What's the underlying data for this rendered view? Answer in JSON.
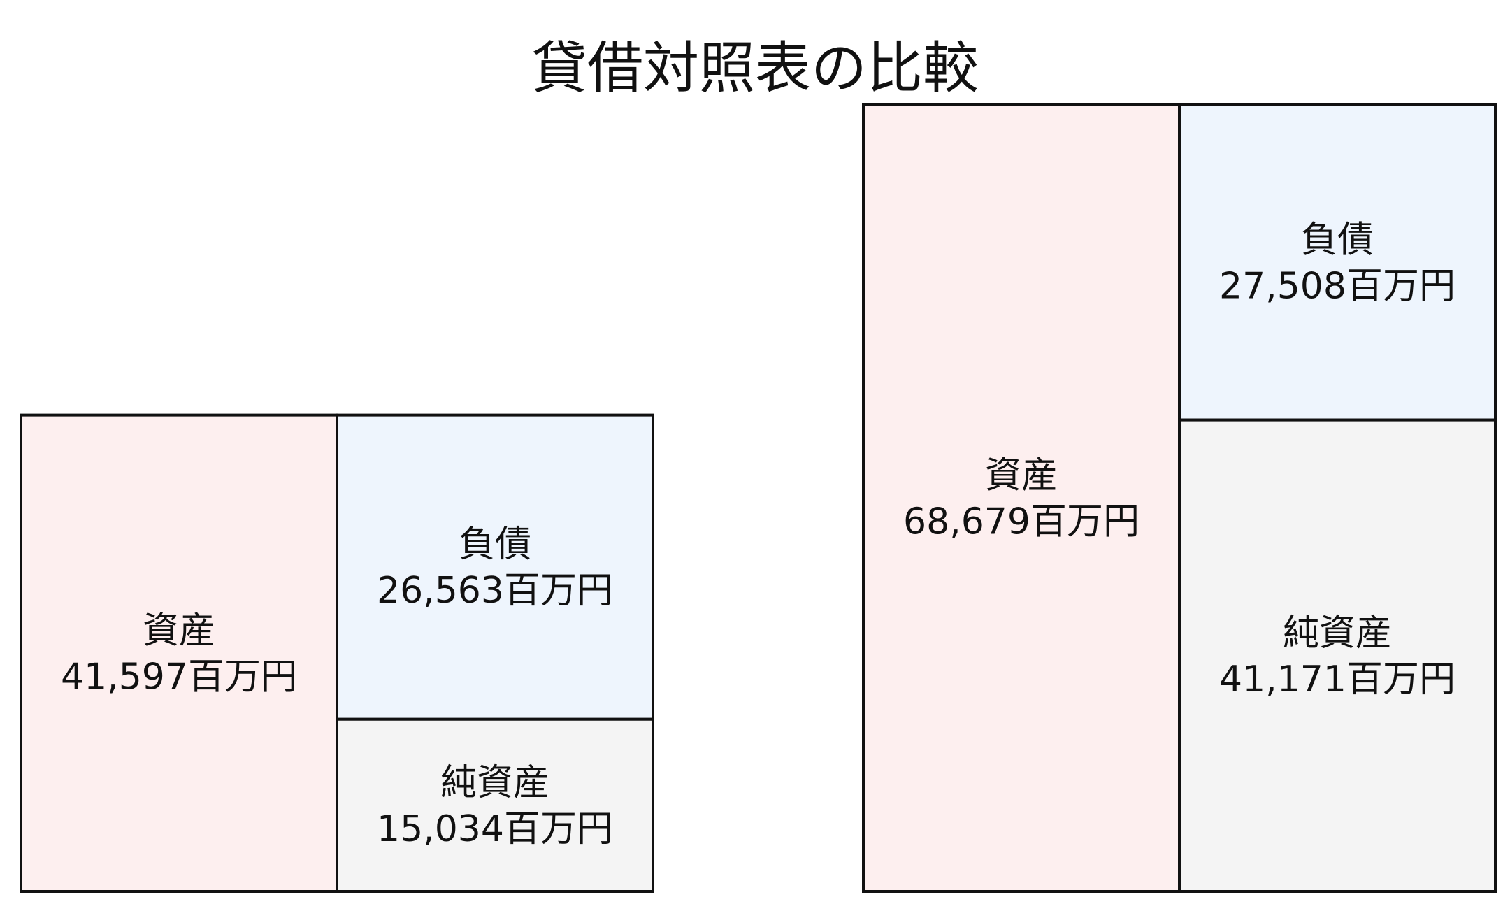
{
  "title": "貸借対照表の比較",
  "unit": "百万円",
  "colors": {
    "asset": "#fdefef",
    "liability": "#eef5fd",
    "net_assets": "#f4f4f4",
    "border": "#111111"
  },
  "chart_data": [
    {
      "type": "balance-sheet",
      "assets": {
        "label": "資産",
        "value": 41597,
        "text": "41,597百万円"
      },
      "liabilities": {
        "label": "負債",
        "value": 26563,
        "text": "26,563百万円"
      },
      "net_assets": {
        "label": "純資産",
        "value": 15034,
        "text": "15,034百万円"
      }
    },
    {
      "type": "balance-sheet",
      "assets": {
        "label": "資産",
        "value": 68679,
        "text": "68,679百万円"
      },
      "liabilities": {
        "label": "負債",
        "value": 27508,
        "text": "27,508百万円"
      },
      "net_assets": {
        "label": "純資産",
        "value": 41171,
        "text": "41,171百万円"
      }
    }
  ]
}
